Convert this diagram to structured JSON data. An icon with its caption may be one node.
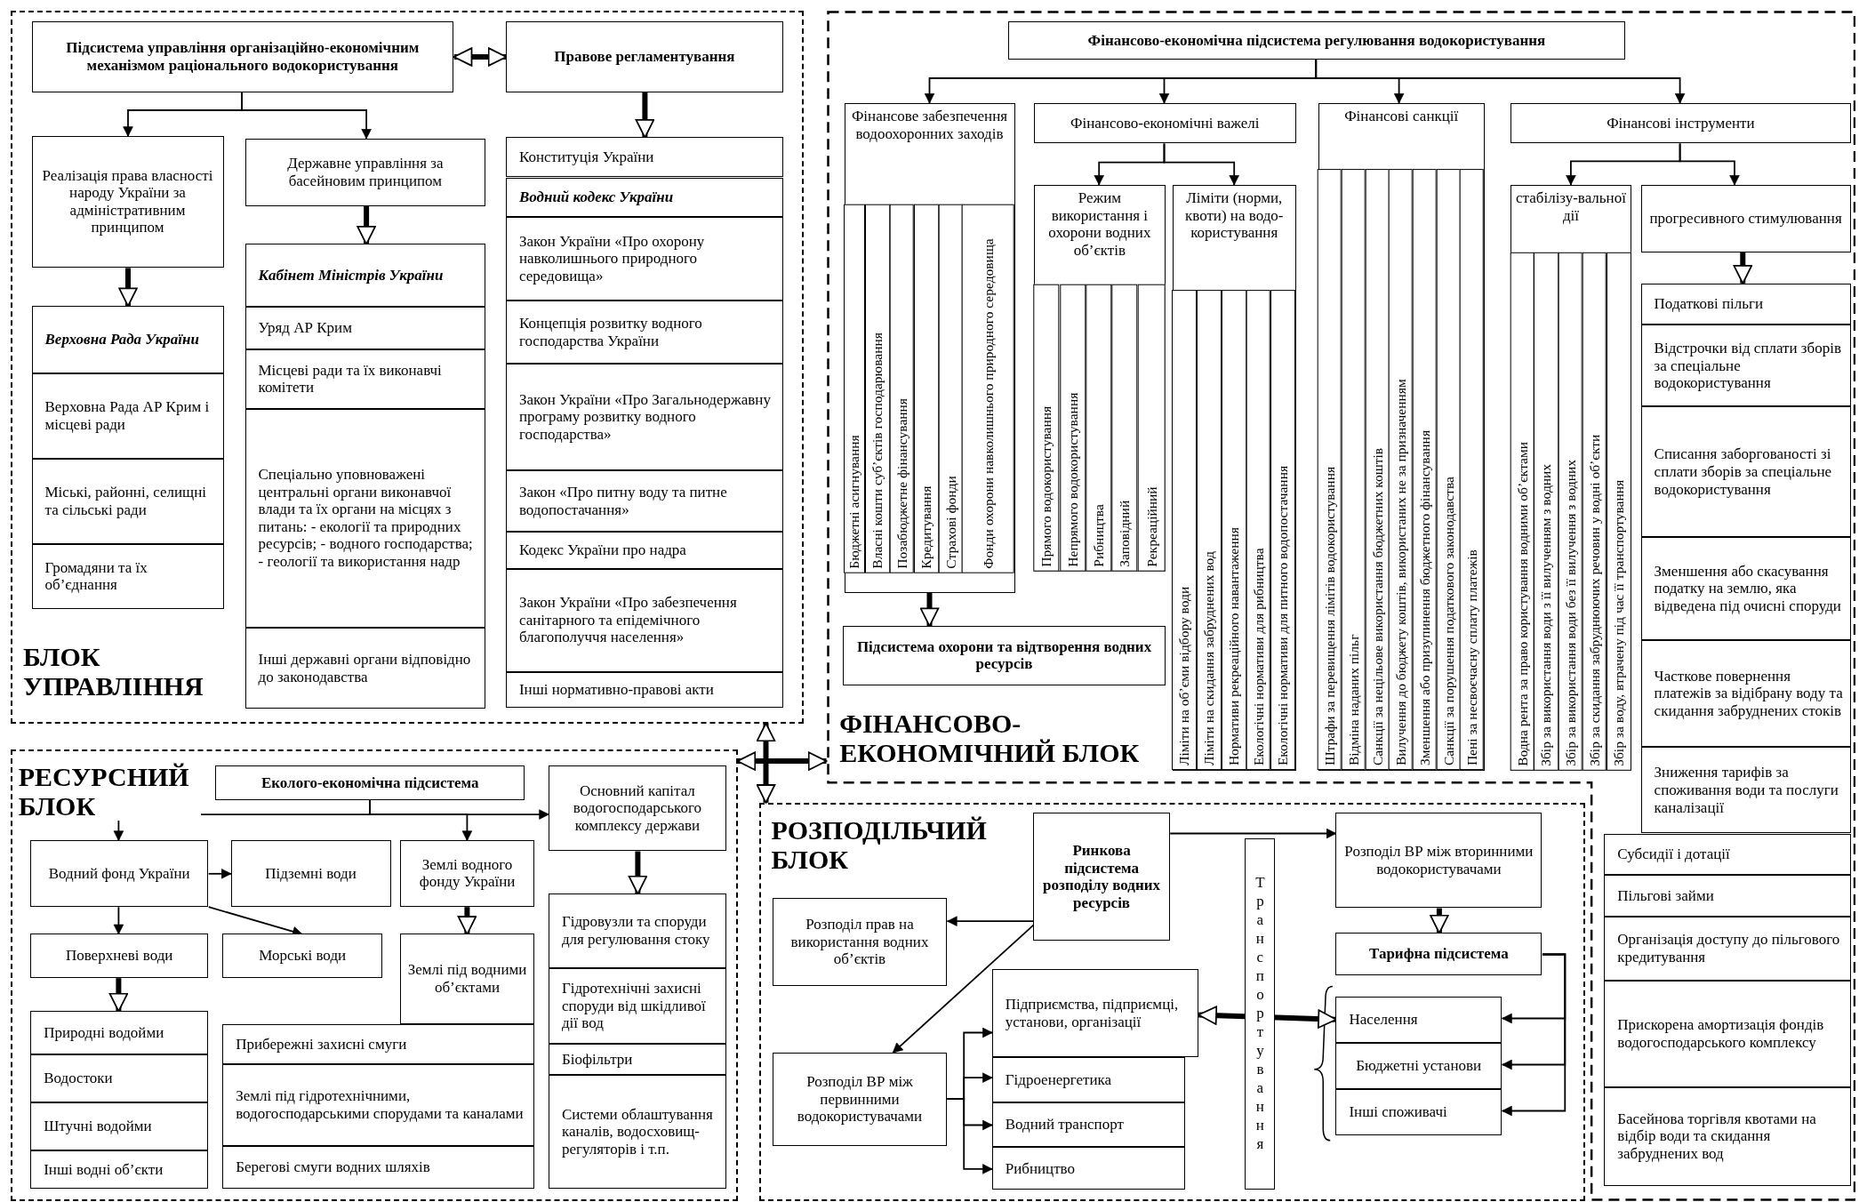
{
  "diagram": {
    "nodes": [
      {
        "text": [
          "БЛОК УПРАВЛІННЯ"
        ]
      },
      {
        "text": [
          "Підсистема управління організаційно-економічним механізмом раціонального водокористування"
        ],
        "in": 0
      },
      {
        "text": [
          "Правове регламентування"
        ],
        "in": 0
      },
      {
        "text": [
          "Реалізація права власності народу України за адміністративним принципом"
        ],
        "in": 0
      },
      {
        "text": [
          "Державне управління за басейновим принципом"
        ],
        "in": 0
      },
      {
        "text": [
          "Верховна Рада України"
        ],
        "in": 0
      },
      {
        "text": [
          "Верховна Рада АР Крим і місцеві ради"
        ],
        "in": 0
      },
      {
        "text": [
          "Міські, районні, селищні та сільські ради"
        ],
        "in": 0
      },
      {
        "text": [
          "Громадяни та їх об’єднання"
        ],
        "in": 0
      },
      {
        "text": [
          "Кабінет Міністрів України"
        ],
        "in": 0
      },
      {
        "text": [
          "Уряд АР Крим"
        ],
        "in": 0
      },
      {
        "text": [
          "Місцеві ради та їх виконавчі комітети"
        ],
        "in": 0
      },
      {
        "text": [
          "Спеціально уповноважені центральні органи виконавчої влади та їх органи на місцях з питань: - екології та природних ресурсів; - водного господарства; - геології та використання надр"
        ],
        "in": 0
      },
      {
        "text": [
          "Інші державні органи відповідно до законодавства"
        ],
        "in": 0
      },
      {
        "text": [
          "Конституція України"
        ],
        "in": 0
      },
      {
        "text": [
          "Водний кодекс України"
        ],
        "in": 0
      },
      {
        "text": [
          "Закон України «Про охорону навколишнього природного середовища»"
        ],
        "in": 0
      },
      {
        "text": [
          "Концепція розвитку водного господарства України"
        ],
        "in": 0
      },
      {
        "text": [
          "Закон України «Про Загальнодержавну програму розвитку водного господарства»"
        ],
        "in": 0
      },
      {
        "text": [
          "Закон «Про питну воду та питне водопостачання»"
        ],
        "in": 0
      },
      {
        "text": [
          "Кодекс України про надра"
        ],
        "in": 0
      },
      {
        "text": [
          "Закон України «Про забезпечення санітарного та епідемічного благополуччя населення»"
        ],
        "in": 0
      },
      {
        "text": [
          "Інші нормативно-правові акти"
        ],
        "in": 0
      },
      {
        "text": [
          "ФІНАНСОВО-ЕКОНОМІЧНИЙ БЛОК"
        ]
      },
      {
        "text": [
          "Фінансово-економічна підсистема регулювання водокористування"
        ],
        "in": 23
      },
      {
        "text": [
          "Фінансове забезпечення водоохоронних заходів"
        ],
        "in": 23
      },
      {
        "text": [
          "Бюджетні асигнування"
        ],
        "in": 25
      },
      {
        "text": [
          "Власні кошти суб’єктів господарювання"
        ],
        "in": 25
      },
      {
        "text": [
          "Позабюджетне фінансування"
        ],
        "in": 25
      },
      {
        "text": [
          "Кредитування"
        ],
        "in": 25
      },
      {
        "text": [
          "Страхові фонди"
        ],
        "in": 25
      },
      {
        "text": [
          "Фонди охорони навколишнього природного середовища"
        ],
        "in": 25
      },
      {
        "text": [
          "Підсистема охорони та відтворення водних ресурсів"
        ],
        "in": 23
      },
      {
        "text": [
          "Фінансово-економічні важелі"
        ],
        "in": 23
      },
      {
        "text": [
          "Режим використання і охорони водних об’єктів"
        ],
        "in": 23
      },
      {
        "text": [
          "Прямого водокористування"
        ],
        "in": 34
      },
      {
        "text": [
          "Непрямого водокористування"
        ],
        "in": 34
      },
      {
        "text": [
          "Рибництва"
        ],
        "in": 34
      },
      {
        "text": [
          "Заповідний"
        ],
        "in": 34
      },
      {
        "text": [
          "Рекреаційний"
        ],
        "in": 34
      },
      {
        "text": [
          "Ліміти (норми, квоти) на водо-користування"
        ],
        "in": 23
      },
      {
        "text": [
          "Ліміти на об’єми відбору води"
        ],
        "in": 40
      },
      {
        "text": [
          "Ліміти на скидання забруднених вод"
        ],
        "in": 40
      },
      {
        "text": [
          "Нормативи рекреаційного навантаження"
        ],
        "in": 40
      },
      {
        "text": [
          "Екологічні нормативи для рибництва"
        ],
        "in": 40
      },
      {
        "text": [
          "Екологічні нормативи для питного водопостачання"
        ],
        "in": 40
      },
      {
        "text": [
          "Фінансові санкції"
        ],
        "in": 23
      },
      {
        "text": [
          "Штрафи за перевищення лімітів водокористування"
        ],
        "in": 46
      },
      {
        "text": [
          "Відміна наданих пільг"
        ],
        "in": 46
      },
      {
        "text": [
          "Санкції за нецільове використання бюджетних коштів"
        ],
        "in": 46
      },
      {
        "text": [
          "Вилучення до бюджету коштів, використаних не за призначенням"
        ],
        "in": 46
      },
      {
        "text": [
          "Зменшення або призупинення бюджетного фінансування"
        ],
        "in": 46
      },
      {
        "text": [
          "Санкції за порушення податкового законодавства"
        ],
        "in": 46
      },
      {
        "text": [
          "Пені за несвоєчасну сплату платежів"
        ],
        "in": 46
      },
      {
        "text": [
          "Фінансові інструменти"
        ],
        "in": 23
      },
      {
        "text": [
          "стабілізу-вальної дії"
        ],
        "in": 23
      },
      {
        "text": [
          "Водна рента за право користування водними об’єктами"
        ],
        "in": 55
      },
      {
        "text": [
          "Збір за використання води з її вилученням з водних"
        ],
        "in": 55
      },
      {
        "text": [
          "Збір за використання води без її вилучення з водних"
        ],
        "in": 55
      },
      {
        "text": [
          "Збір за скидання забруднюючих речовин у водні об’єкти"
        ],
        "in": 55
      },
      {
        "text": [
          "Збір за воду, втрачену під час її транспортування"
        ],
        "in": 55
      },
      {
        "text": [
          "прогресивного стимулювання"
        ],
        "in": 23
      },
      {
        "text": [
          "Податкові пільги"
        ],
        "in": 23
      },
      {
        "text": [
          "Відстрочки від сплати зборів за спеціальне водокористування"
        ],
        "in": 23
      },
      {
        "text": [
          "Списання заборгованості зі сплати зборів за спеціальне водокористування"
        ],
        "in": 23
      },
      {
        "text": [
          "Зменшення або скасування податку на землю, яка відведена під очисні споруди"
        ],
        "in": 23
      },
      {
        "text": [
          "Часткове повернення платежів за відібрану воду та скидання забруднених стоків"
        ],
        "in": 23
      },
      {
        "text": [
          "Зниження тарифів за споживання води та послуги каналізації"
        ],
        "in": 23
      },
      {
        "text": [
          "Субсидії і дотації"
        ],
        "in": 23
      },
      {
        "text": [
          "Пільгові займи"
        ],
        "in": 23
      },
      {
        "text": [
          "Організація доступу до пільгового кредитування"
        ],
        "in": 23
      },
      {
        "text": [
          "Прискорена амортизація фондів водогосподарського комплексу"
        ],
        "in": 23
      },
      {
        "text": [
          "Басейнова торгівля квотами на відбір води та скидання забруднених вод"
        ],
        "in": 23
      },
      {
        "text": [
          "РЕСУРСНИЙ БЛОК"
        ]
      },
      {
        "text": [
          "Еколого-економічна підсистема"
        ],
        "in": 73
      },
      {
        "text": [
          "Водний фонд України"
        ],
        "in": 73
      },
      {
        "text": [
          "Підземні води"
        ],
        "in": 73
      },
      {
        "text": [
          "Землі водного фонду України"
        ],
        "in": 73
      },
      {
        "text": [
          "Основний капітал водогосподарського комплексу держави"
        ],
        "in": 73
      },
      {
        "text": [
          "Поверхневі води"
        ],
        "in": 73
      },
      {
        "text": [
          "Морські води"
        ],
        "in": 73
      },
      {
        "text": [
          "Землі під водними об’єктами"
        ],
        "in": 73
      },
      {
        "text": [
          "Природні водойми"
        ],
        "in": 73
      },
      {
        "text": [
          "Водостоки"
        ],
        "in": 73
      },
      {
        "text": [
          "Штучні водойми"
        ],
        "in": 73
      },
      {
        "text": [
          "Інші водні об’єкти"
        ],
        "in": 73
      },
      {
        "text": [
          "Прибережні захисні смуги"
        ],
        "in": 73
      },
      {
        "text": [
          "Землі під гідротехнічними, водогосподарськими спорудами та каналами"
        ],
        "in": 73
      },
      {
        "text": [
          "Берегові смуги водних шляхів"
        ],
        "in": 73
      },
      {
        "text": [
          "Гідровузли та споруди для регулювання стоку"
        ],
        "in": 73
      },
      {
        "text": [
          "Гідротехнічні захисні споруди від шкідливої дії вод"
        ],
        "in": 73
      },
      {
        "text": [
          "Біофільтри"
        ],
        "in": 73
      },
      {
        "text": [
          "Системи облаштування каналів, водосховищ-регуляторів і т.п."
        ],
        "in": 73
      },
      {
        "text": [
          "РОЗПОДІЛЬЧИЙ БЛОК"
        ]
      },
      {
        "text": [
          "Ринкова підсистема розподілу водних ресурсів"
        ],
        "in": 93
      },
      {
        "text": [
          "Розподіл ВР між вторинними водокористувачами"
        ],
        "in": 93
      },
      {
        "text": [
          "Розподіл прав на використання водних об’єктів"
        ],
        "in": 93
      },
      {
        "text": [
          "Розподіл ВР між первинними водокористувачами"
        ],
        "in": 93
      },
      {
        "text": [
          "Тарифна підсистема"
        ],
        "in": 93
      },
      {
        "text": [
          "Підприємства, підприємці, установи, організації"
        ],
        "in": 93
      },
      {
        "text": [
          "Гідроенергетика"
        ],
        "in": 93
      },
      {
        "text": [
          "Водний транспорт"
        ],
        "in": 93
      },
      {
        "text": [
          "Рибництво"
        ],
        "in": 93
      },
      {
        "text": [
          "Населення"
        ],
        "in": 93
      },
      {
        "text": [
          "Бюджетні установи"
        ],
        "in": 93
      },
      {
        "text": [
          "Інші споживачі"
        ],
        "in": 93
      }
    ],
    "edges": [
      {
        "from": 1,
        "to": 2,
        "arrow": "both",
        "style": "thick"
      },
      {
        "from": 1,
        "to": 3,
        "arrow": "to"
      },
      {
        "from": 1,
        "to": 4,
        "arrow": "to"
      },
      {
        "from": 2,
        "to": 14,
        "arrow": "to",
        "style": "thick"
      },
      {
        "from": 3,
        "to": 5,
        "arrow": "to",
        "style": "thick"
      },
      {
        "from": 4,
        "to": 9,
        "arrow": "to",
        "style": "thick"
      },
      {
        "from": 24,
        "to": 25,
        "arrow": "to"
      },
      {
        "from": 24,
        "to": 33,
        "arrow": "to"
      },
      {
        "from": 24,
        "to": 46,
        "arrow": "to"
      },
      {
        "from": 24,
        "to": 54,
        "arrow": "to"
      },
      {
        "from": 33,
        "to": 34,
        "arrow": "to"
      },
      {
        "from": 33,
        "to": 40,
        "arrow": "to"
      },
      {
        "from": 25,
        "to": 32,
        "arrow": "to",
        "style": "thick"
      },
      {
        "from": 54,
        "to": 55,
        "arrow": "to"
      },
      {
        "from": 54,
        "to": 61,
        "arrow": "to"
      },
      {
        "from": 61,
        "to": 62,
        "arrow": "to",
        "style": "thick"
      },
      {
        "from": 74,
        "to": 75,
        "arrow": "to"
      },
      {
        "from": 74,
        "to": 77,
        "arrow": "to"
      },
      {
        "from": 74,
        "to": 78,
        "arrow": "to"
      },
      {
        "from": 75,
        "to": 76,
        "arrow": "to"
      },
      {
        "from": 75,
        "to": 79,
        "arrow": "to"
      },
      {
        "from": 75,
        "to": 80,
        "arrow": "to"
      },
      {
        "from": 77,
        "to": 81,
        "arrow": "to",
        "style": "thick"
      },
      {
        "from": 79,
        "to": 82,
        "arrow": "to",
        "style": "thick"
      },
      {
        "from": 78,
        "to": 89,
        "arrow": "to",
        "style": "thick"
      },
      {
        "from": 94,
        "to": 95,
        "arrow": "to"
      },
      {
        "from": 94,
        "to": 96,
        "arrow": "to"
      },
      {
        "from": 94,
        "to": 97,
        "arrow": "to"
      },
      {
        "from": 97,
        "to": 99,
        "arrow": "to"
      },
      {
        "from": 97,
        "to": 100,
        "arrow": "to"
      },
      {
        "from": 97,
        "to": 101,
        "arrow": "to"
      },
      {
        "from": 97,
        "to": 102,
        "arrow": "to"
      },
      {
        "from": 95,
        "to": 98,
        "arrow": "to",
        "style": "thick"
      },
      {
        "from": 98,
        "to": 103,
        "arrow": "to"
      },
      {
        "from": 98,
        "to": 104,
        "arrow": "to"
      },
      {
        "from": 98,
        "to": 105,
        "arrow": "to"
      },
      {
        "from": 99,
        "to": 103,
        "arrow": "both",
        "label": "Транспортування",
        "style": "thick"
      },
      {
        "from": 0,
        "to": 93,
        "arrow": "both",
        "style": "thick"
      },
      {
        "from": 73,
        "to": 23,
        "arrow": "both",
        "style": "thick"
      }
    ]
  }
}
